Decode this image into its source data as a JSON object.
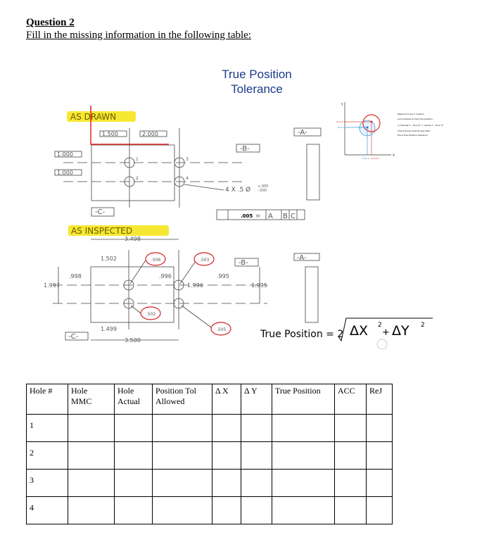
{
  "question": {
    "title": "Question 2",
    "instruction": "Fill in the missing information in the following table:"
  },
  "figure": {
    "heading": [
      "True Position",
      "Tolerance"
    ],
    "drawn_label": "AS DRAWN",
    "inspected_label": "AS INSPECTED",
    "highlight_color": "#f6e832",
    "drawn": {
      "dim_x1": "1.500",
      "dim_x2": "2.000",
      "dim_y1": "1.000",
      "dim_y2": "1.000",
      "datum_a": "-A-",
      "datum_b": "-B-",
      "datum_c": "-C-",
      "hole_callout": "4 X .5 Ø",
      "tol_plus": "+.005",
      "tol_minus": "-.000",
      "fcf": {
        "tol": ".005",
        "mod": "M",
        "refs": [
          "A",
          "B",
          "C"
        ]
      }
    },
    "inspected": {
      "overall_top": "3.498",
      "overall_bottom": "3.500",
      "x_top": "1.502",
      "x_bottom": "1.499",
      "y_left_outer": "1.997",
      "y_left_inner": ".998",
      "y_mid_inner": ".996",
      "y_mid_outer": "1.996",
      "y_right_inner": ".995",
      "y_right_outer": "1.995",
      "holes": [
        ".506",
        ".502",
        ".503",
        ".505"
      ],
      "datum_a": "-A-",
      "datum_b": "-B-",
      "datum_c": "-C-"
    },
    "hole_numbers": [
      "1",
      "2",
      "3",
      "4"
    ],
    "formula": "True Position = 2",
    "formula_terms": [
      "ΔX",
      "+",
      "ΔY"
    ],
    "inset": {
      "axis_y": "Y",
      "axis_x": "X",
      "actual_y": "Actual Y",
      "true_y": "True Y",
      "true_x": "True X",
      "actual_x": "Actual X",
      "notes": [
        "Measure X and Y location",
        "and compare to the true position.",
        "2·√(Actual X - True X)² + (Actual Y - True Y)²",
        "This formula must be less than",
        "the ⌀ True Position tolerance"
      ]
    }
  },
  "table": {
    "headers": [
      [
        "Hole #",
        ""
      ],
      [
        "Hole",
        "MMC"
      ],
      [
        "Hole",
        "Actual"
      ],
      [
        "Position Tol",
        "Allowed"
      ],
      [
        "Δ X",
        ""
      ],
      [
        "Δ Y",
        ""
      ],
      [
        "True Position",
        ""
      ],
      [
        "ACC",
        ""
      ],
      [
        "ReJ",
        ""
      ]
    ],
    "rows": [
      "1",
      "2",
      "3",
      "4"
    ]
  }
}
